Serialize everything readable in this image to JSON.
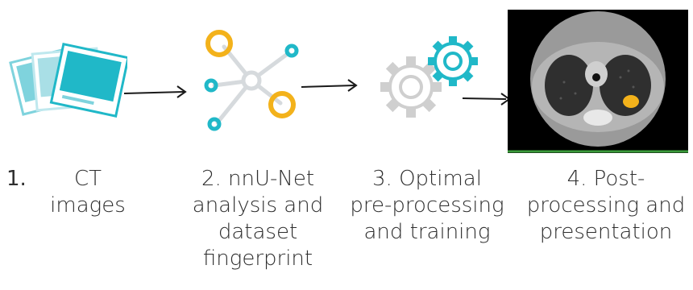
{
  "steps": [
    {
      "lines": [
        "1.",
        "CT",
        "images"
      ],
      "icon": "photo-stack-icon"
    },
    {
      "lines": [
        "2. nnU-Net",
        "analysis and",
        "dataset",
        "fingerprint"
      ],
      "icon": "network-nodes-icon"
    },
    {
      "lines": [
        "3. Optimal",
        "pre-processing",
        "and training"
      ],
      "icon": "gears-icon"
    },
    {
      "lines": [
        "4. Post-",
        "processing and",
        "presentation"
      ],
      "icon": "ct-scan-image"
    }
  ],
  "colors": {
    "teal": "#20b8c8",
    "teal_light": "#7fd3dd",
    "yellow": "#f3b21b",
    "gray": "#cfcfcf",
    "text": "#2e2e2e",
    "arrow": "#1a1a1a"
  },
  "connectors": [
    "arrow-right-icon",
    "arrow-right-icon",
    "arrow-right-icon"
  ]
}
